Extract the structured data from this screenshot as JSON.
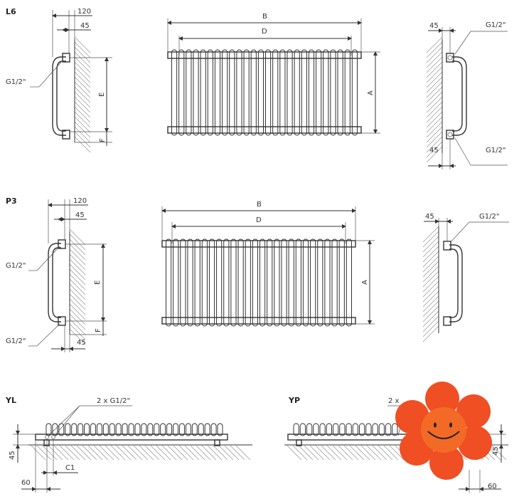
{
  "colors": {
    "line": "#333333",
    "hatch": "#9a9a9a",
    "flower": "#f04e23",
    "flower_face": "#f36a26"
  },
  "sections": [
    {
      "id": "L6",
      "label": "L6",
      "side_left": {
        "dim_outer": "120",
        "dim_inner": "45",
        "pipe": "G1/2\"",
        "dim_e": "E",
        "dim_f": "F"
      },
      "front": {
        "dim_b": "B",
        "dim_d": "D",
        "dim_a": "A"
      },
      "side_right": {
        "dim_top": "45",
        "pipe_top": "G1/2\"",
        "dim_bottom": "45",
        "pipe_bottom": "G1/2\""
      }
    },
    {
      "id": "P3",
      "label": "P3",
      "side_left": {
        "dim_outer": "120",
        "dim_inner": "45",
        "pipe_top": "G1/2\"",
        "pipe_bottom": "G1/2\"",
        "dim_bottom": "45",
        "dim_e": "E",
        "dim_f": "F"
      },
      "front": {
        "dim_b": "B",
        "dim_d": "D",
        "dim_a": "A"
      },
      "side_right": {
        "dim_top": "45",
        "pipe_top": "G1/2\""
      }
    },
    {
      "id": "YL",
      "label": "YL",
      "pipe": "2 x G1/2\"",
      "dim_height": "45",
      "dim_offset": "60",
      "dim_c1": "C1"
    },
    {
      "id": "YP",
      "label": "YP",
      "pipe": "2 x",
      "dim_height": "45",
      "dim_offset": "60"
    }
  ]
}
